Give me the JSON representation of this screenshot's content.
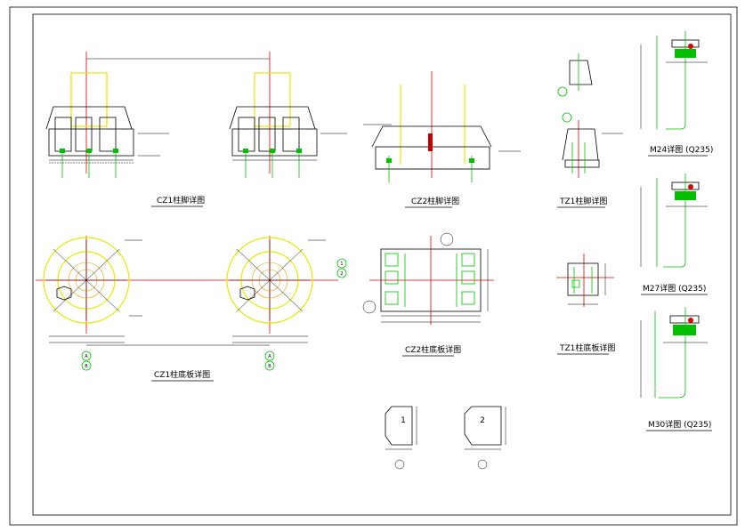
{
  "drawing": {
    "titles": {
      "cz1_foot": "CZ1柱脚详图",
      "cz2_foot": "CZ2柱脚详图",
      "tz1_foot": "TZ1柱脚详图",
      "cz1_plate": "CZ1柱底板详图",
      "cz2_plate": "CZ2柱底板详图",
      "tz1_plate": "TZ1柱底板详图",
      "m24": "M24详图 (Q235)",
      "m27": "M27详图 (Q235)",
      "m30": "M30详图 (Q235)"
    },
    "gusset_labels": {
      "plate1": "1",
      "plate2": "2"
    },
    "axis_labels": {
      "a": "A",
      "b": "B",
      "one": "1",
      "two": "2"
    },
    "colors": {
      "outline": "#000000",
      "column": "#e8e800",
      "axis": "#e00000",
      "bolt": "#00c000",
      "plate": "#f0a000"
    }
  }
}
